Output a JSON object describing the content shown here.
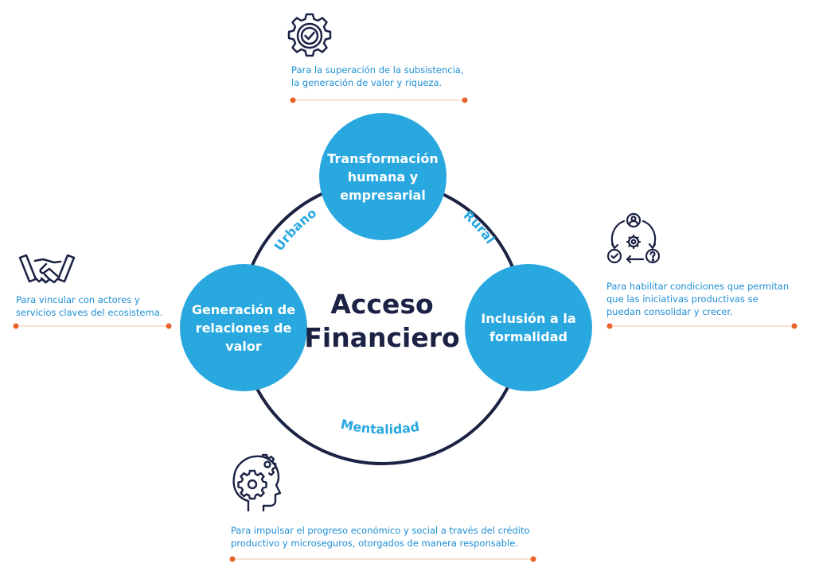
{
  "colors": {
    "navy": "#1b2244",
    "circle_blue": "#29a8e0",
    "text_blue": "#1f8fd4",
    "dot_orange": "#e8622a",
    "line_orange": "#f3c0a6"
  },
  "center": {
    "title": "Acceso\nFinanciero"
  },
  "circles": {
    "top": "Transformación\nhumana y\nempresarial",
    "left": "Generación de\nrelaciones de\nvalor",
    "right": "Inclusión a la\nformalidad"
  },
  "arc_labels": {
    "urbano": "Urbano",
    "rural": "Rural",
    "mentalidad": "Mentalidad"
  },
  "descriptions": {
    "top": "Para la superación de la subsistencia,\nla generación de valor y riqueza.",
    "left": "Para vincular con actores y\nservicios claves del ecosistema.",
    "right": "Para habilitar condiciones que permitan\nque las iniciativas productivas se\npuedan consolidar y crecer.",
    "bottom": "Para impulsar el progreso económico y social a través del crédito\nproductivo y microseguros, otorgados de manera responsable."
  },
  "icons": {
    "top": "gear-check-icon",
    "left": "handshake-icon",
    "right": "cycle-process-icon",
    "bottom": "head-gears-icon"
  }
}
